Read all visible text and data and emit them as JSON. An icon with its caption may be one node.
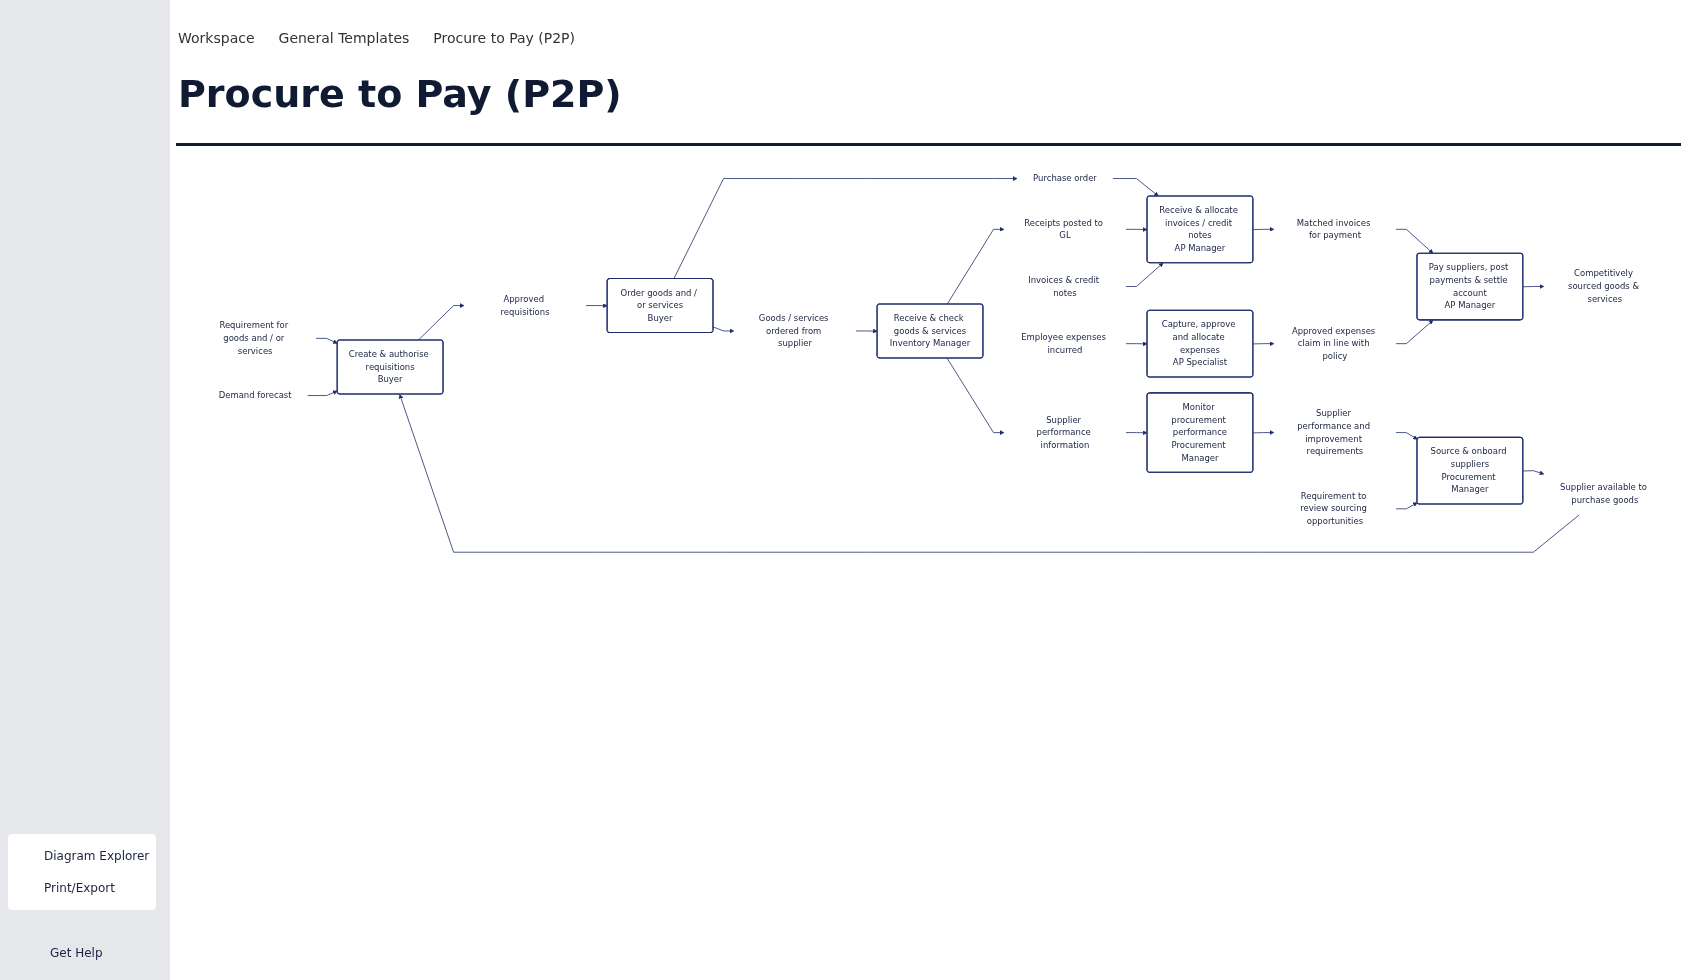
{
  "diagram": {
    "title": "Procure to Pay (P2P)",
    "nodes": [
      {
        "text": [
          "Requirement for goods and / or services"
        ]
      },
      {
        "text": [
          "Create & authorise requisitions",
          "Buyer"
        ]
      },
      {
        "text": [
          "Approved requisitions"
        ]
      },
      {
        "text": [
          "Order goods and / or services",
          "Buyer"
        ]
      },
      {
        "text": [
          "Purchase order"
        ]
      },
      {
        "text": [
          "Invoices & credit notes"
        ]
      },
      {
        "text": [
          "Receive & allocate invoices / credit notes",
          "AP Manager"
        ]
      },
      {
        "text": [
          "Demand forecast"
        ]
      },
      {
        "text": [
          "Goods / services ordered from supplier"
        ]
      },
      {
        "text": [
          "Matched invoices for payment"
        ]
      },
      {
        "text": [
          "Supplier available to purchase goods"
        ]
      },
      {
        "text": [
          "Receive & check goods & services",
          "Inventory Manager"
        ]
      },
      {
        "text": [
          "Receipts posted to GL"
        ]
      },
      {
        "text": [
          "Pay suppliers, post payments & settle account",
          "AP Manager"
        ]
      },
      {
        "text": [
          "Competitively sourced goods & services"
        ]
      },
      {
        "text": [
          "Supplier performance information"
        ]
      },
      {
        "text": [
          "Approved expenses claim in line with policy"
        ]
      },
      {
        "text": [
          "Requirement to review sourcing opportunities"
        ]
      },
      {
        "text": [
          "Source & onboard suppliers",
          "Procurement Manager"
        ]
      },
      {
        "text": [
          "Supplier performance and improvement requirements"
        ]
      },
      {
        "text": [
          "Monitor procurement performance",
          "Procurement Manager"
        ]
      },
      {
        "text": [
          "Employee expenses incurred"
        ]
      },
      {
        "text": [
          "Capture, approve and allocate expenses",
          "AP Specialist"
        ]
      }
    ],
    "edges": [
      {
        "from": 0,
        "to": 1,
        "arrow": "to"
      },
      {
        "from": 7,
        "to": 1,
        "arrow": "to"
      },
      {
        "from": 1,
        "to": 2,
        "arrow": "to"
      },
      {
        "from": 2,
        "to": 3,
        "arrow": "to"
      },
      {
        "from": 3,
        "to": 4,
        "arrow": "to"
      },
      {
        "from": 4,
        "to": 6,
        "arrow": "to"
      },
      {
        "from": 12,
        "to": 6,
        "arrow": "to"
      },
      {
        "from": 5,
        "to": 6,
        "arrow": "to"
      },
      {
        "from": 3,
        "to": 8,
        "arrow": "to"
      },
      {
        "from": 8,
        "to": 11,
        "arrow": "to"
      },
      {
        "from": 11,
        "to": 12,
        "arrow": "to"
      },
      {
        "from": 6,
        "to": 9,
        "arrow": "to"
      },
      {
        "from": 9,
        "to": 13,
        "arrow": "to"
      },
      {
        "from": 13,
        "to": 14,
        "arrow": "to"
      },
      {
        "from": 11,
        "to": 15,
        "arrow": "to"
      },
      {
        "from": 15,
        "to": 20,
        "arrow": "to"
      },
      {
        "from": 20,
        "to": 19,
        "arrow": "to"
      },
      {
        "from": 19,
        "to": 18,
        "arrow": "to"
      },
      {
        "from": 17,
        "to": 18,
        "arrow": "to"
      },
      {
        "from": 18,
        "to": 10,
        "arrow": "to"
      },
      {
        "from": 10,
        "to": 1,
        "arrow": "to"
      },
      {
        "from": 21,
        "to": 22,
        "arrow": "to"
      },
      {
        "from": 22,
        "to": 16,
        "arrow": "to"
      },
      {
        "from": 16,
        "to": 13,
        "arrow": "to"
      }
    ],
    "labels": [
      "Workspace",
      "General Templates",
      "Procure to Pay (P2P)",
      "Diagram Explorer",
      "Print/Export",
      "Get Help"
    ]
  }
}
